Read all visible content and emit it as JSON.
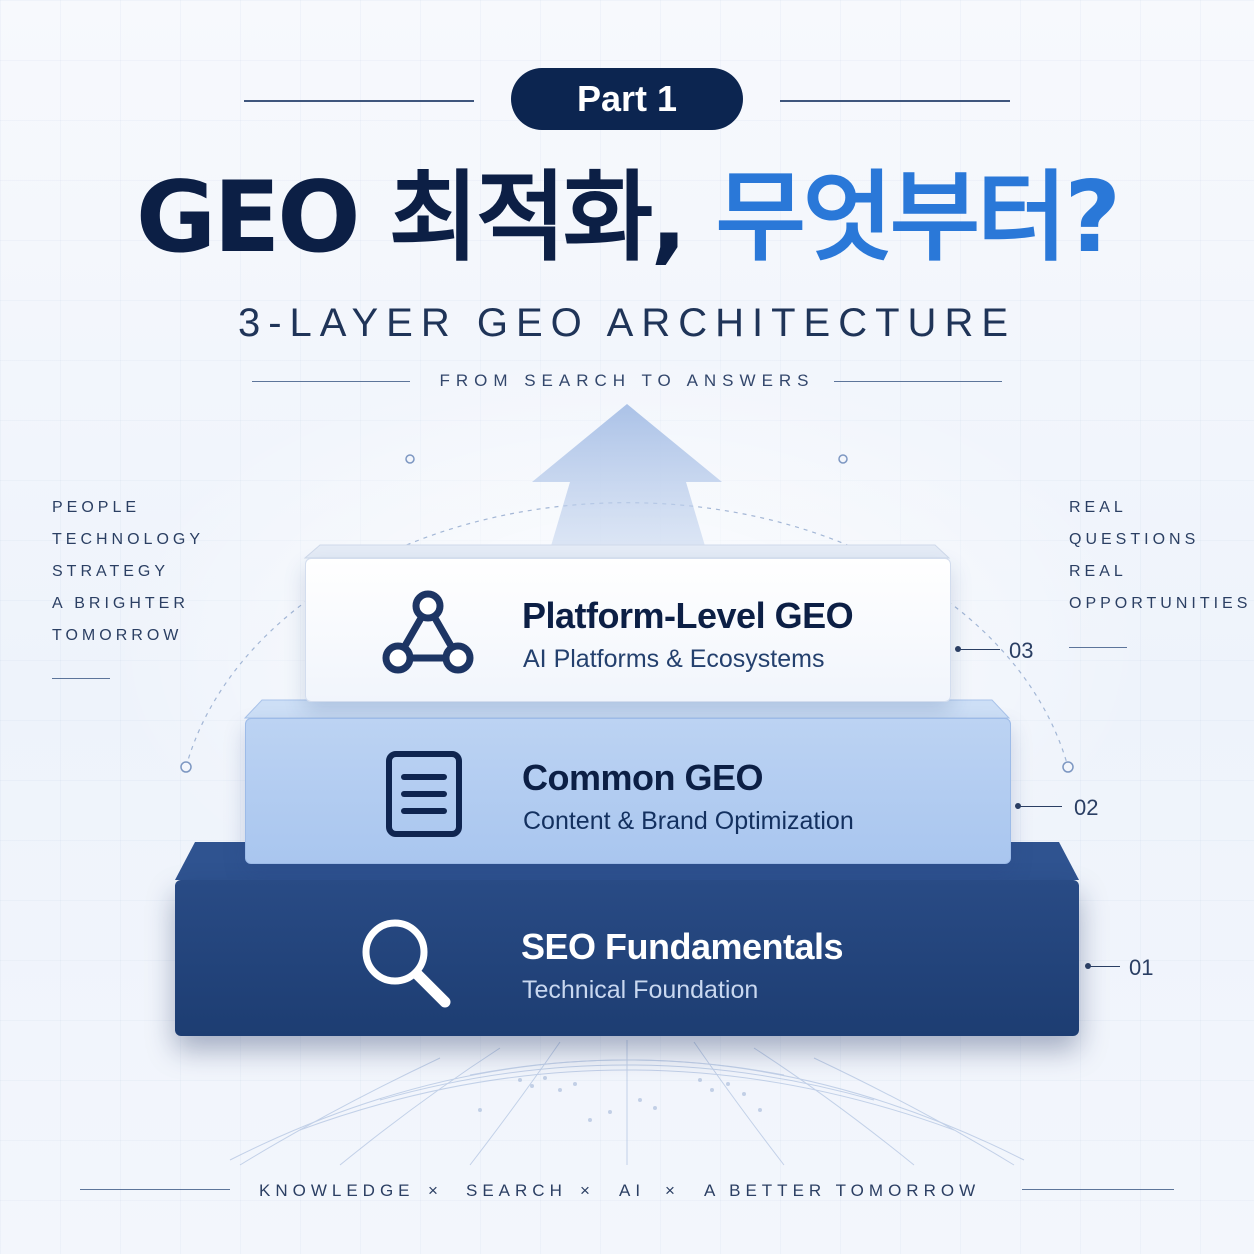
{
  "badge": {
    "label": "Part 1"
  },
  "header": {
    "title_main": "GEO 최적화,",
    "title_accent": "무엇부터?",
    "subtitle": "3-LAYER GEO ARCHITECTURE",
    "tagline": "FROM SEARCH TO ANSWERS"
  },
  "left_words": [
    "PEOPLE",
    "TECHNOLOGY",
    "STRATEGY",
    "A BRIGHTER",
    "TOMORROW"
  ],
  "right_words": [
    "REAL",
    "QUESTIONS",
    "REAL",
    "OPPORTUNITIES"
  ],
  "layers": [
    {
      "title": "Platform-Level GEO",
      "subtitle": "AI Platforms & Ecosystems",
      "number": "03",
      "icon": "network-icon"
    },
    {
      "title": "Common GEO",
      "subtitle": "Content & Brand Optimization",
      "number": "02",
      "icon": "document-icon"
    },
    {
      "title": "SEO Fundamentals",
      "subtitle": "Technical Foundation",
      "number": "01",
      "icon": "search-icon"
    }
  ],
  "footer": [
    "KNOWLEDGE",
    "×",
    "SEARCH",
    "×",
    "AI",
    "×",
    "A BETTER TOMORROW"
  ],
  "colors": {
    "navy": "#0c2550",
    "accent_blue": "#2a78d8",
    "light_blue": "#a9c6ef",
    "dark_layer": "#1d3d72"
  }
}
